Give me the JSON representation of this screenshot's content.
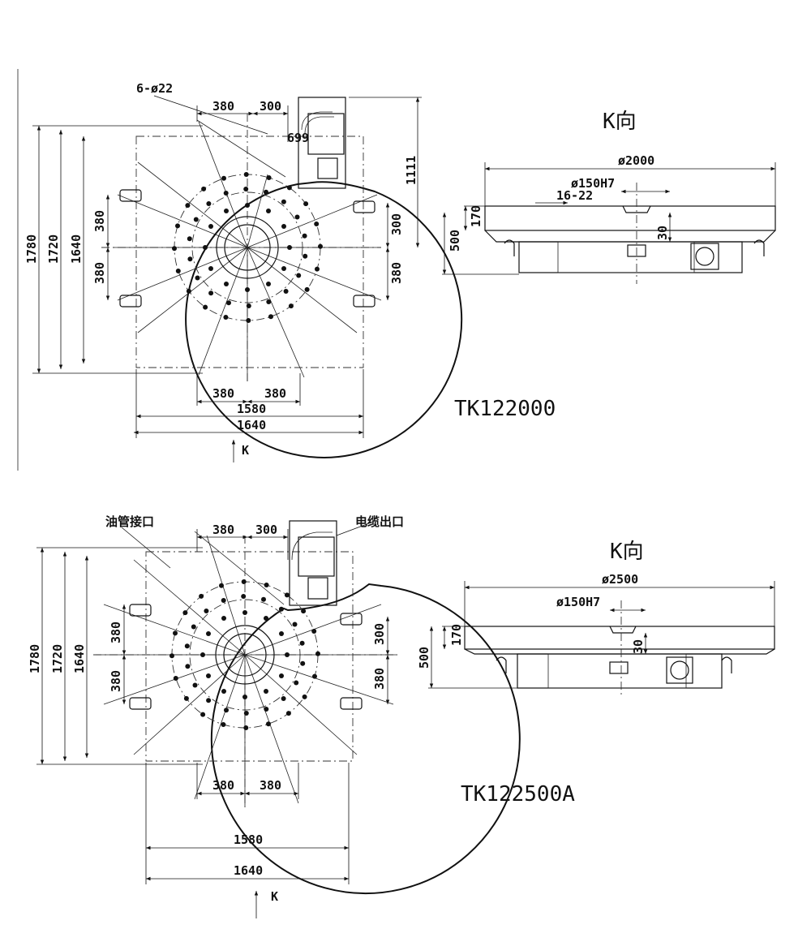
{
  "drawing_1": {
    "model": "TK122000",
    "view_label": "K向",
    "arrow_label": "K",
    "hole_note": "6-ø22",
    "plan_dims": {
      "top_left": "380",
      "top_right": "300",
      "cable_offset": "699",
      "height_right": "1111",
      "right_upper": "300",
      "right_lower": "380",
      "left_upper": "380",
      "left_lower": "380",
      "overall_1780": "1780",
      "overall_1720": "1720",
      "overall_1640": "1640",
      "bottom_left": "380",
      "bottom_right": "380",
      "bottom_1580": "1580",
      "bottom_1640": "1640"
    },
    "side_dims": {
      "diameter": "ø2000",
      "bore": "ø150H7",
      "slot": "16-22",
      "height_170": "170",
      "height_500": "500",
      "depth_30": "30"
    }
  },
  "drawing_2": {
    "model": "TK122500A",
    "view_label": "K向",
    "arrow_label": "K",
    "oil_label": "油管接口",
    "cable_label": "电缆出口",
    "plan_dims": {
      "top_left": "380",
      "top_right": "300",
      "right_upper": "300",
      "right_lower": "380",
      "left_upper": "380",
      "left_lower": "380",
      "overall_1780": "1780",
      "overall_1720": "1720",
      "overall_1640": "1640",
      "bottom_left": "380",
      "bottom_right": "380",
      "bottom_1580": "1580",
      "bottom_1640": "1640"
    },
    "side_dims": {
      "diameter": "ø2500",
      "bore": "ø150H7",
      "height_170": "170",
      "height_500": "500",
      "depth_30": "30"
    }
  }
}
